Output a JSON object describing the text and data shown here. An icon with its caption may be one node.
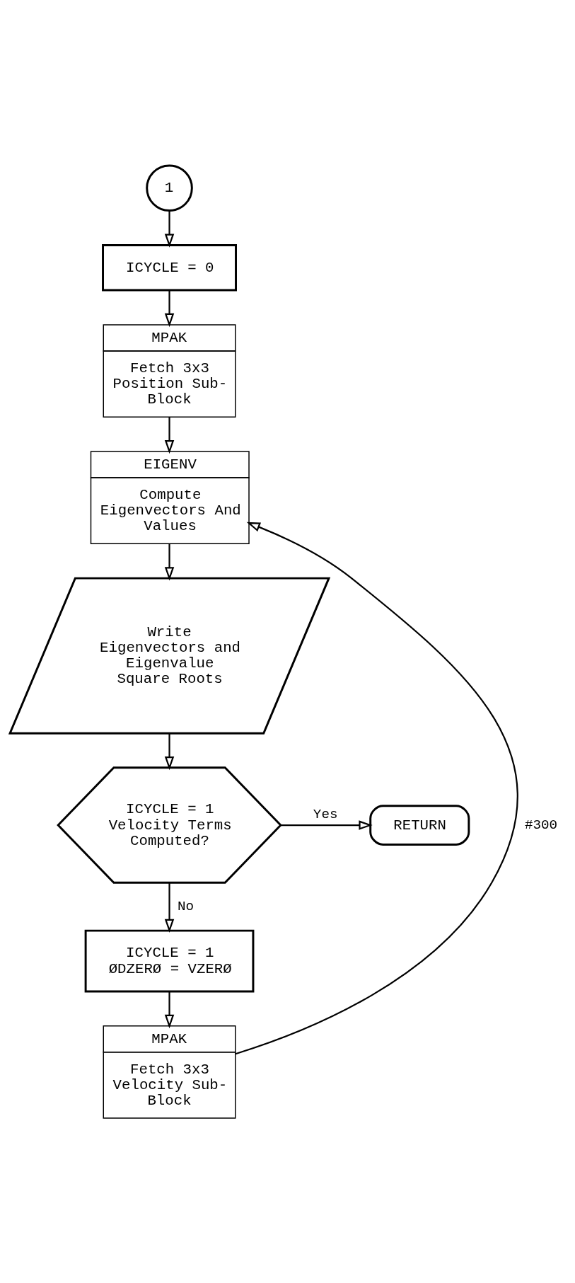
{
  "diagram": {
    "nodes": [
      {
        "text": [
          "1"
        ]
      },
      {
        "text": [
          "ICYCLE = 0"
        ]
      },
      {
        "text": [
          "MPAK",
          "Fetch 3x3 Position Sub-Block"
        ]
      },
      {
        "text": [
          "EIGENV",
          "Compute Eigenvectors And Values"
        ]
      },
      {
        "text": [
          "Write Eigenvectors and Eigenvalue Square Roots"
        ]
      },
      {
        "text": [
          "ICYCLE = 1 Velocity Terms Computed?"
        ]
      },
      {
        "text": [
          "RETURN"
        ]
      },
      {
        "text": [
          "ICYCLE = 1 ØDZERØ = VZERØ"
        ]
      },
      {
        "text": [
          "MPAK",
          "Fetch 3x3 Velocity Sub-Block"
        ]
      }
    ],
    "edges": [
      {
        "from": 0,
        "to": 1,
        "arrow": "to"
      },
      {
        "from": 1,
        "to": 2,
        "arrow": "to"
      },
      {
        "from": 2,
        "to": 3,
        "arrow": "to"
      },
      {
        "from": 3,
        "to": 4,
        "arrow": "to"
      },
      {
        "from": 4,
        "to": 5,
        "arrow": "to"
      },
      {
        "from": 5,
        "to": 6,
        "label": "Yes",
        "arrow": "to"
      },
      {
        "from": 5,
        "to": 7,
        "label": "No",
        "arrow": "to"
      },
      {
        "from": 7,
        "to": 8,
        "arrow": "to"
      },
      {
        "from": 8,
        "to": 3,
        "label": "#300",
        "arrow": "to"
      }
    ]
  }
}
